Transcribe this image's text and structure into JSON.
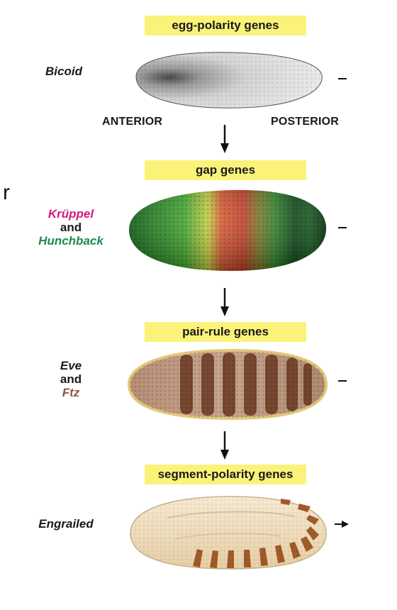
{
  "stages": [
    {
      "label": "egg-polarity genes"
    },
    {
      "label": "gap genes"
    },
    {
      "label": "pair-rule genes"
    },
    {
      "label": "segment-polarity genes"
    }
  ],
  "genes": {
    "bicoid": "Bicoid",
    "kruppel": "Krüppel",
    "and_1": "and",
    "hunchback": "Hunchback",
    "eve": "Eve",
    "and_2": "and",
    "ftz": "Ftz",
    "engrailed": "Engrailed"
  },
  "axis": {
    "anterior": "ANTERIOR",
    "posterior": "POSTERIOR"
  },
  "edge_fragment": "r",
  "colors": {
    "label_bg": "#fbf27a",
    "kruppel": "#d6177f",
    "hunchback": "#1e8a4a",
    "ftz": "#8b5a3c"
  },
  "icons": [
    "down-arrow-icon",
    "right-arrow-icon"
  ]
}
